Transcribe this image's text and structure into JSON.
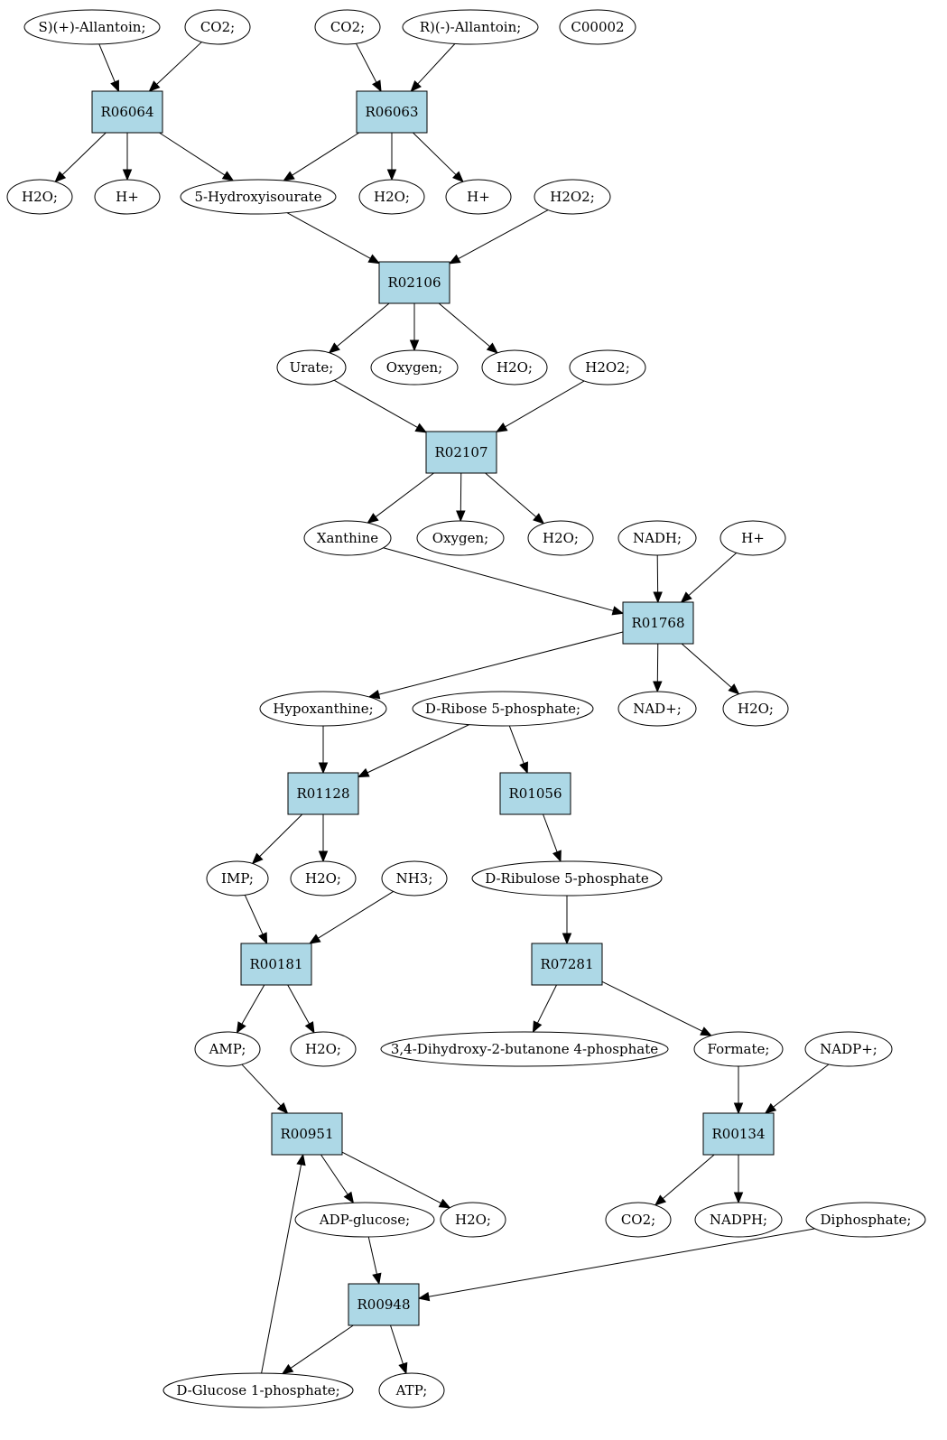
{
  "colors": {
    "reaction_fill": "#add8e6",
    "compound_fill": "#ffffff",
    "highlight_yellow": "#ffff00",
    "highlight_green": "#00ff00",
    "stroke": "#000000"
  },
  "nodes": [
    {
      "id": "n_s_allantoin",
      "label": "S)(+)-Allantoin;",
      "kind": "compound"
    },
    {
      "id": "n_co2_a",
      "label": "CO2;",
      "kind": "compound"
    },
    {
      "id": "n_co2_b",
      "label": "CO2;",
      "kind": "compound"
    },
    {
      "id": "n_r_allantoin",
      "label": "R)(-)-Allantoin;",
      "kind": "compound"
    },
    {
      "id": "n_c00002",
      "label": "C00002",
      "kind": "compound",
      "fill": "#ffff00"
    },
    {
      "id": "r06064",
      "label": "R06064",
      "kind": "reaction"
    },
    {
      "id": "r06063",
      "label": "R06063",
      "kind": "reaction"
    },
    {
      "id": "n_h2o_1",
      "label": "H2O;",
      "kind": "compound"
    },
    {
      "id": "n_hplus_1",
      "label": "H+",
      "kind": "compound"
    },
    {
      "id": "n_5hiu",
      "label": "5-Hydroxyisourate",
      "kind": "compound"
    },
    {
      "id": "n_h2o_2",
      "label": "H2O;",
      "kind": "compound"
    },
    {
      "id": "n_hplus_2",
      "label": "H+",
      "kind": "compound"
    },
    {
      "id": "n_h2o2_1",
      "label": "H2O2;",
      "kind": "compound"
    },
    {
      "id": "r02106",
      "label": "R02106",
      "kind": "reaction"
    },
    {
      "id": "n_urate",
      "label": "Urate;",
      "kind": "compound"
    },
    {
      "id": "n_oxygen_1",
      "label": "Oxygen;",
      "kind": "compound"
    },
    {
      "id": "n_h2o_3",
      "label": "H2O;",
      "kind": "compound"
    },
    {
      "id": "n_h2o2_2",
      "label": "H2O2;",
      "kind": "compound"
    },
    {
      "id": "r02107",
      "label": "R02107",
      "kind": "reaction"
    },
    {
      "id": "n_xanthine",
      "label": "Xanthine",
      "kind": "compound"
    },
    {
      "id": "n_oxygen_2",
      "label": "Oxygen;",
      "kind": "compound"
    },
    {
      "id": "n_h2o_4",
      "label": "H2O;",
      "kind": "compound"
    },
    {
      "id": "n_nadh",
      "label": "NADH;",
      "kind": "compound"
    },
    {
      "id": "n_hplus_3",
      "label": "H+",
      "kind": "compound"
    },
    {
      "id": "r01768",
      "label": "R01768",
      "kind": "reaction"
    },
    {
      "id": "n_hypoxanthine",
      "label": "Hypoxanthine;",
      "kind": "compound"
    },
    {
      "id": "n_ribose5p",
      "label": "D-Ribose 5-phosphate;",
      "kind": "compound",
      "fill": "#00ff00"
    },
    {
      "id": "n_nadplus",
      "label": "NAD+;",
      "kind": "compound"
    },
    {
      "id": "n_h2o_5",
      "label": "H2O;",
      "kind": "compound"
    },
    {
      "id": "r01128",
      "label": "R01128",
      "kind": "reaction"
    },
    {
      "id": "r01056",
      "label": "R01056",
      "kind": "reaction"
    },
    {
      "id": "n_imp",
      "label": "IMP;",
      "kind": "compound"
    },
    {
      "id": "n_h2o_6",
      "label": "H2O;",
      "kind": "compound"
    },
    {
      "id": "n_nh3",
      "label": "NH3;",
      "kind": "compound"
    },
    {
      "id": "n_ribulose5p",
      "label": "D-Ribulose 5-phosphate",
      "kind": "compound"
    },
    {
      "id": "r00181",
      "label": "R00181",
      "kind": "reaction"
    },
    {
      "id": "r07281",
      "label": "R07281",
      "kind": "reaction"
    },
    {
      "id": "n_amp",
      "label": "AMP;",
      "kind": "compound"
    },
    {
      "id": "n_h2o_7",
      "label": "H2O;",
      "kind": "compound"
    },
    {
      "id": "n_dhbp",
      "label": "3,4-Dihydroxy-2-butanone 4-phosphate",
      "kind": "compound"
    },
    {
      "id": "n_formate",
      "label": "Formate;",
      "kind": "compound"
    },
    {
      "id": "n_nadpplus",
      "label": "NADP+;",
      "kind": "compound"
    },
    {
      "id": "r00951",
      "label": "R00951",
      "kind": "reaction"
    },
    {
      "id": "r00134",
      "label": "R00134",
      "kind": "reaction"
    },
    {
      "id": "n_adpglucose",
      "label": "ADP-glucose;",
      "kind": "compound"
    },
    {
      "id": "n_h2o_8",
      "label": "H2O;",
      "kind": "compound"
    },
    {
      "id": "n_co2_c",
      "label": "CO2;",
      "kind": "compound"
    },
    {
      "id": "n_nadph",
      "label": "NADPH;",
      "kind": "compound"
    },
    {
      "id": "n_diphosphate",
      "label": "Diphosphate;",
      "kind": "compound"
    },
    {
      "id": "r00948",
      "label": "R00948",
      "kind": "reaction"
    },
    {
      "id": "n_glucose1p",
      "label": "D-Glucose 1-phosphate;",
      "kind": "compound"
    },
    {
      "id": "n_atp",
      "label": "ATP;",
      "kind": "compound"
    }
  ],
  "edges": [
    {
      "from": "n_s_allantoin",
      "to": "r06064"
    },
    {
      "from": "n_co2_a",
      "to": "r06064"
    },
    {
      "from": "n_co2_b",
      "to": "r06063"
    },
    {
      "from": "n_r_allantoin",
      "to": "r06063"
    },
    {
      "from": "r06064",
      "to": "n_h2o_1"
    },
    {
      "from": "r06064",
      "to": "n_hplus_1"
    },
    {
      "from": "r06064",
      "to": "n_5hiu"
    },
    {
      "from": "r06063",
      "to": "n_5hiu"
    },
    {
      "from": "r06063",
      "to": "n_h2o_2"
    },
    {
      "from": "r06063",
      "to": "n_hplus_2"
    },
    {
      "from": "n_5hiu",
      "to": "r02106"
    },
    {
      "from": "n_h2o2_1",
      "to": "r02106"
    },
    {
      "from": "r02106",
      "to": "n_urate"
    },
    {
      "from": "r02106",
      "to": "n_oxygen_1"
    },
    {
      "from": "r02106",
      "to": "n_h2o_3"
    },
    {
      "from": "n_urate",
      "to": "r02107"
    },
    {
      "from": "n_h2o2_2",
      "to": "r02107"
    },
    {
      "from": "r02107",
      "to": "n_xanthine"
    },
    {
      "from": "r02107",
      "to": "n_oxygen_2"
    },
    {
      "from": "r02107",
      "to": "n_h2o_4"
    },
    {
      "from": "n_xanthine",
      "to": "r01768"
    },
    {
      "from": "n_nadh",
      "to": "r01768"
    },
    {
      "from": "n_hplus_3",
      "to": "r01768"
    },
    {
      "from": "r01768",
      "to": "n_hypoxanthine"
    },
    {
      "from": "r01768",
      "to": "n_nadplus"
    },
    {
      "from": "r01768",
      "to": "n_h2o_5"
    },
    {
      "from": "n_hypoxanthine",
      "to": "r01128"
    },
    {
      "from": "n_ribose5p",
      "to": "r01128"
    },
    {
      "from": "n_ribose5p",
      "to": "r01056"
    },
    {
      "from": "r01128",
      "to": "n_imp"
    },
    {
      "from": "r01128",
      "to": "n_h2o_6"
    },
    {
      "from": "r01056",
      "to": "n_ribulose5p"
    },
    {
      "from": "n_imp",
      "to": "r00181"
    },
    {
      "from": "n_nh3",
      "to": "r00181"
    },
    {
      "from": "n_ribulose5p",
      "to": "r07281"
    },
    {
      "from": "r00181",
      "to": "n_amp"
    },
    {
      "from": "r00181",
      "to": "n_h2o_7"
    },
    {
      "from": "r07281",
      "to": "n_dhbp"
    },
    {
      "from": "r07281",
      "to": "n_formate"
    },
    {
      "from": "n_amp",
      "to": "r00951"
    },
    {
      "from": "n_formate",
      "to": "r00134"
    },
    {
      "from": "n_nadpplus",
      "to": "r00134"
    },
    {
      "from": "r00951",
      "to": "n_adpglucose"
    },
    {
      "from": "r00951",
      "to": "n_h2o_8"
    },
    {
      "from": "r00134",
      "to": "n_co2_c"
    },
    {
      "from": "r00134",
      "to": "n_nadph"
    },
    {
      "from": "n_adpglucose",
      "to": "r00948"
    },
    {
      "from": "n_diphosphate",
      "to": "r00948"
    },
    {
      "from": "r00948",
      "to": "n_glucose1p"
    },
    {
      "from": "r00948",
      "to": "n_atp"
    },
    {
      "from": "n_glucose1p",
      "to": "r00951"
    }
  ]
}
